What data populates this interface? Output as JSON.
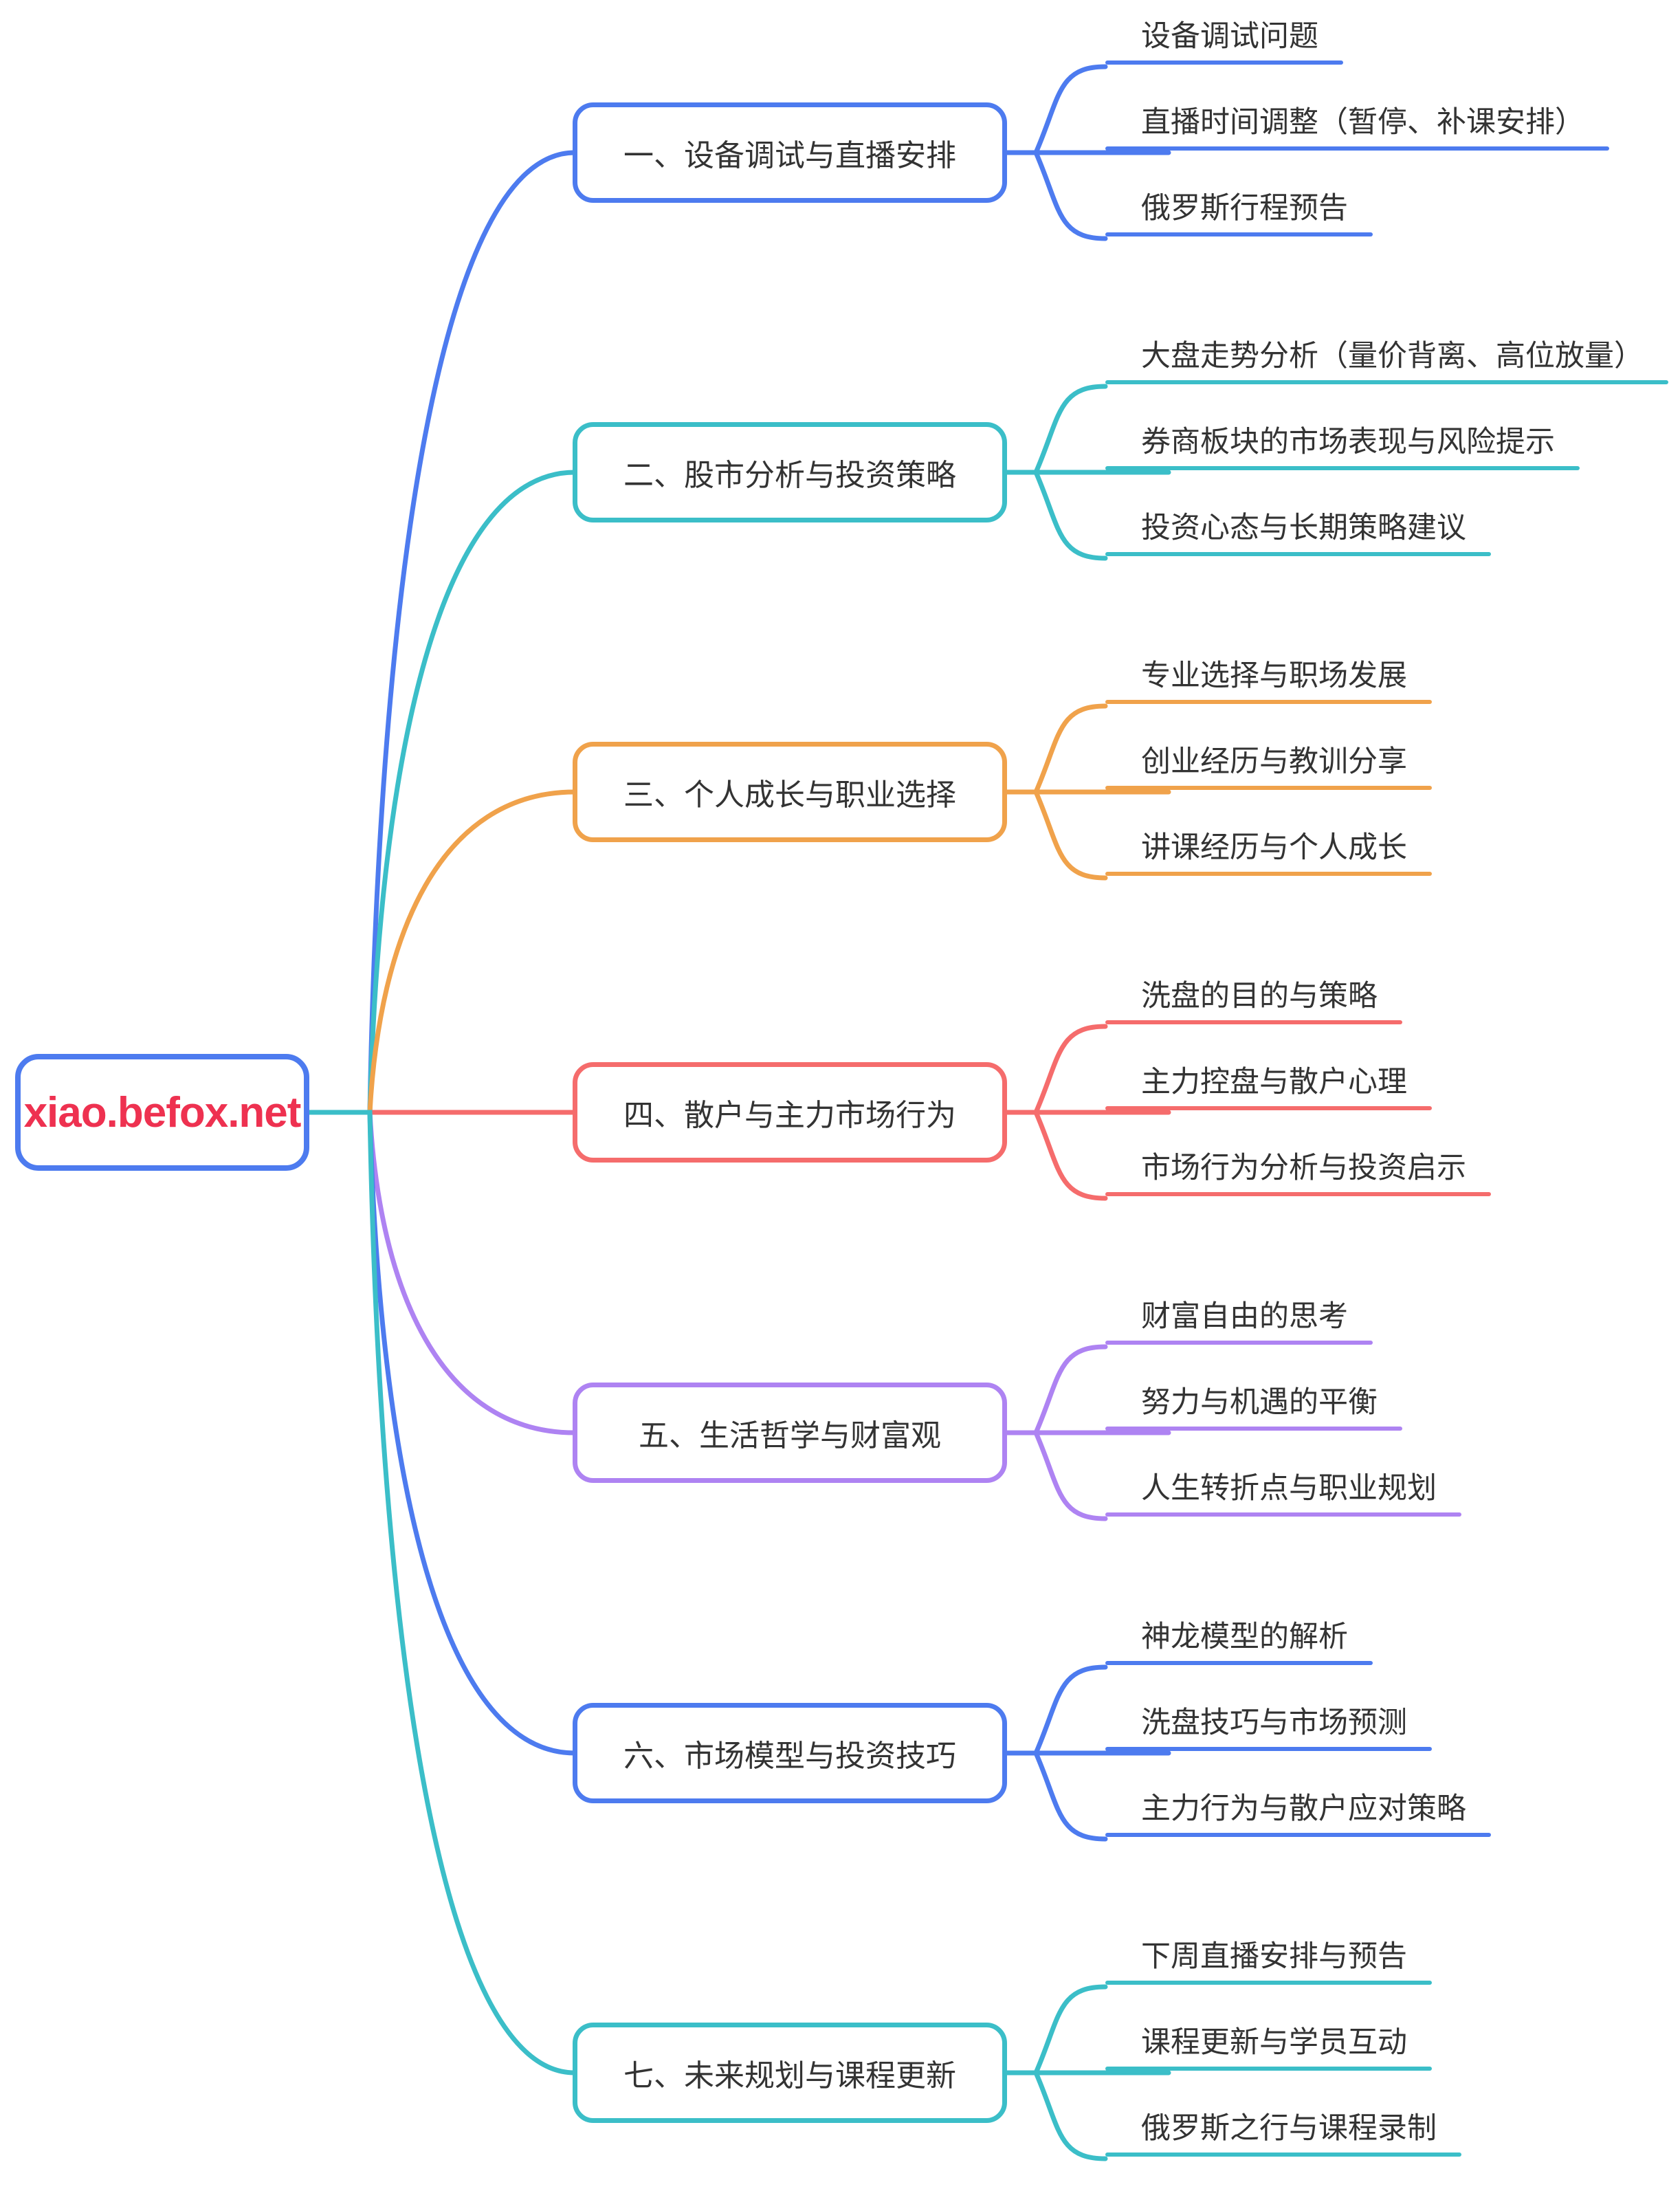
{
  "central": {
    "label": "xiao.befox.net",
    "text_color": "#ee3150",
    "border_color": "#4d7bef"
  },
  "branches": [
    {
      "label": "一、设备调试与直播安排",
      "color": "#4d7bef",
      "children": [
        "设备调试问题",
        "直播时间调整（暂停、补课安排）",
        "俄罗斯行程预告"
      ]
    },
    {
      "label": "二、股市分析与投资策略",
      "color": "#3bbec8",
      "children": [
        "大盘走势分析（量价背离、高位放量）",
        "券商板块的市场表现与风险提示",
        "投资心态与长期策略建议"
      ]
    },
    {
      "label": "三、个人成长与职业选择",
      "color": "#f0a24b",
      "children": [
        "专业选择与职场发展",
        "创业经历与教训分享",
        "讲课经历与个人成长"
      ]
    },
    {
      "label": "四、散户与主力市场行为",
      "color": "#f56c6c",
      "children": [
        "洗盘的目的与策略",
        "主力控盘与散户心理",
        "市场行为分析与投资启示"
      ]
    },
    {
      "label": "五、生活哲学与财富观",
      "color": "#ae83f2",
      "children": [
        "财富自由的思考",
        "努力与机遇的平衡",
        "人生转折点与职业规划"
      ]
    },
    {
      "label": "六、市场模型与投资技巧",
      "color": "#4d7bef",
      "children": [
        "神龙模型的解析",
        "洗盘技巧与市场预测",
        "主力行为与散户应对策略"
      ]
    },
    {
      "label": "七、未来规划与课程更新",
      "color": "#3bbec8",
      "children": [
        "下周直播安排与预告",
        "课程更新与学员互动",
        "俄罗斯之行与课程录制"
      ]
    }
  ]
}
